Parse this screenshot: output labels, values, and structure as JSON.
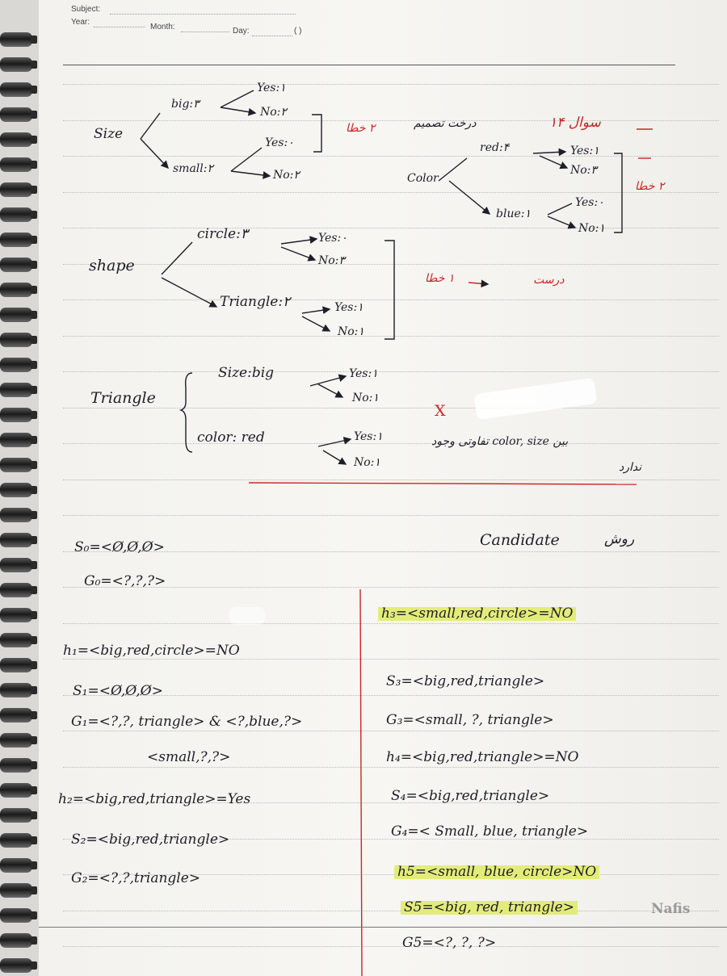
{
  "header": {
    "subject_label": "Subject:",
    "year_label": "Year:",
    "month_label": "Month:",
    "day_label": "Day:",
    "day_parens": "( )"
  },
  "tree_size": {
    "root": "Size",
    "big": "big:۳",
    "big_yes": "Yes:۱",
    "big_no": "No:۲",
    "small": "small:۲",
    "small_yes": "Yes:۰",
    "small_no": "No:۲",
    "note": "۲ خطا"
  },
  "tree_color": {
    "heading": "سوال ۱۴",
    "sub": "درخت تصمیم",
    "root": "Color",
    "red": "red:۴",
    "red_yes": "Yes:۱",
    "red_no": "No:۳",
    "blue": "blue:۱",
    "blue_yes": "Yes:۰",
    "blue_no": "No:۱",
    "note": "۲ خطا"
  },
  "tree_shape": {
    "root": "shape",
    "circle": "circle:۳",
    "circle_yes": "Yes:۰",
    "circle_no": "No:۳",
    "triangle": "Triangle:۲",
    "triangle_yes": "Yes:۱",
    "triangle_no": "No:۱",
    "note": "۱ خطا",
    "note2": "درست"
  },
  "tree_triangle": {
    "root": "Triangle",
    "size_big": "Size:big",
    "size_yes": "Yes:۱",
    "size_no": "No:۱",
    "color_red": "color: red",
    "color_yes": "Yes:۱",
    "color_no": "No:۱",
    "cross": "X",
    "note_line1": "بین color, size تفاوتی وجود",
    "note_line2": "ندارد"
  },
  "candidate": {
    "title_fa": "روش",
    "title_en": "Candidate",
    "s0": "S₀=<Ø,Ø,Ø>",
    "g0": "G₀=<?,?,?>",
    "h1": "h₁=<big,red,circle>=NO",
    "s1": "S₁=<Ø,Ø,Ø>",
    "g1": "G₁=<?,?, triangle> & <?,blue,?>",
    "g1b": "<small,?,?>",
    "h2": "h₂=<big,red,triangle>=Yes",
    "s2": "S₂=<big,red,triangle>",
    "g2": "G₂=<?,?,triangle>",
    "h3": "h₃=<small,red,circle>=NO",
    "s3": "S₃=<big,red,triangle>",
    "g3": "G₃=<small, ?, triangle>",
    "h4": "h₄=<big,red,triangle>=NO",
    "s4": "S₄=<big,red,triangle>",
    "g4": "G₄=< Small, blue, triangle>",
    "h5": "h5=<small, blue, circle>NO",
    "s5": "S5=<big, red, triangle>",
    "g5": "G5=<?, ?, ?>",
    "watermark": "Nafis"
  }
}
